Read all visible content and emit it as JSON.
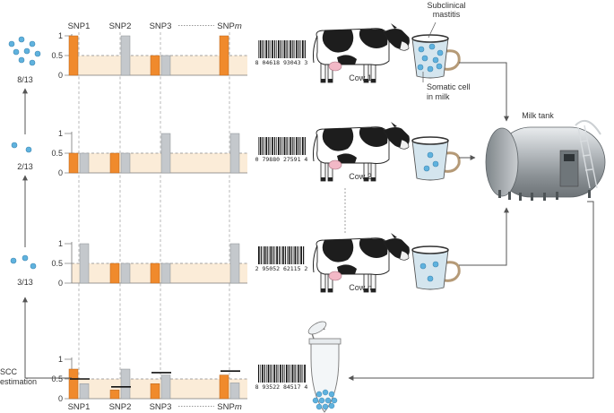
{
  "colors": {
    "orange": "#f08a2c",
    "grey": "#c4c8cc",
    "band": "#fbecd8",
    "cell": "#5fb2de",
    "line": "#555555"
  },
  "snp_labels": [
    "SNP1",
    "SNP2",
    "SNP3",
    "SNPm"
  ],
  "snp_labels_italic_suffix": "m",
  "snp_prefix": "SNP",
  "yticks": [
    "1",
    "0.5",
    "0"
  ],
  "fractions": [
    "8/13",
    "2/13",
    "3/13"
  ],
  "scc_estimation": [
    "SCC",
    "estimation"
  ],
  "cows": [
    {
      "label": "Cow 1",
      "barcode": "8 04618 93043 3"
    },
    {
      "label": "Cow 2",
      "barcode": "0 79880 27591 4"
    },
    {
      "label": "Cow ",
      "label_italic": "n",
      "barcode": "2 95052 62115 2"
    }
  ],
  "pool_barcode": "8 93522 84517 4",
  "subclinical_mastitis": [
    "Subclinical",
    "mastitis"
  ],
  "somatic_cell": [
    "Somatic cell",
    "in milk"
  ],
  "milk_tank": "Milk tank",
  "chart_data": [
    {
      "type": "bar",
      "categories": [
        "SNP1",
        "SNP2",
        "SNP3",
        "SNPm"
      ],
      "series": [
        {
          "values": [
            1,
            0,
            0.5,
            1
          ]
        },
        {
          "values": [
            0,
            1,
            0.5,
            0
          ]
        }
      ],
      "ylim": [
        0,
        1
      ]
    },
    {
      "type": "bar",
      "categories": [
        "SNP1",
        "SNP2",
        "SNP3",
        "SNPm"
      ],
      "series": [
        {
          "values": [
            0.5,
            0.5,
            0,
            0
          ]
        },
        {
          "values": [
            0.5,
            0.5,
            1,
            1
          ]
        }
      ],
      "ylim": [
        0,
        1
      ]
    },
    {
      "type": "bar",
      "categories": [
        "SNP1",
        "SNP2",
        "SNP3",
        "SNPm"
      ],
      "series": [
        {
          "values": [
            0,
            0.5,
            0.5,
            0
          ]
        },
        {
          "values": [
            1,
            0.5,
            0.5,
            1
          ]
        }
      ],
      "ylim": [
        0,
        1
      ]
    },
    {
      "type": "bar",
      "categories": [
        "SNP1",
        "SNP2",
        "SNP3",
        "SNPm"
      ],
      "series": [
        {
          "values": [
            0.75,
            0.22,
            0.38,
            0.6
          ]
        },
        {
          "values": [
            0.38,
            0.75,
            0.6,
            0.4
          ]
        }
      ],
      "estimates": [
        0.5,
        0.3,
        0.66,
        0.7
      ],
      "ylim": [
        0,
        1
      ]
    }
  ]
}
